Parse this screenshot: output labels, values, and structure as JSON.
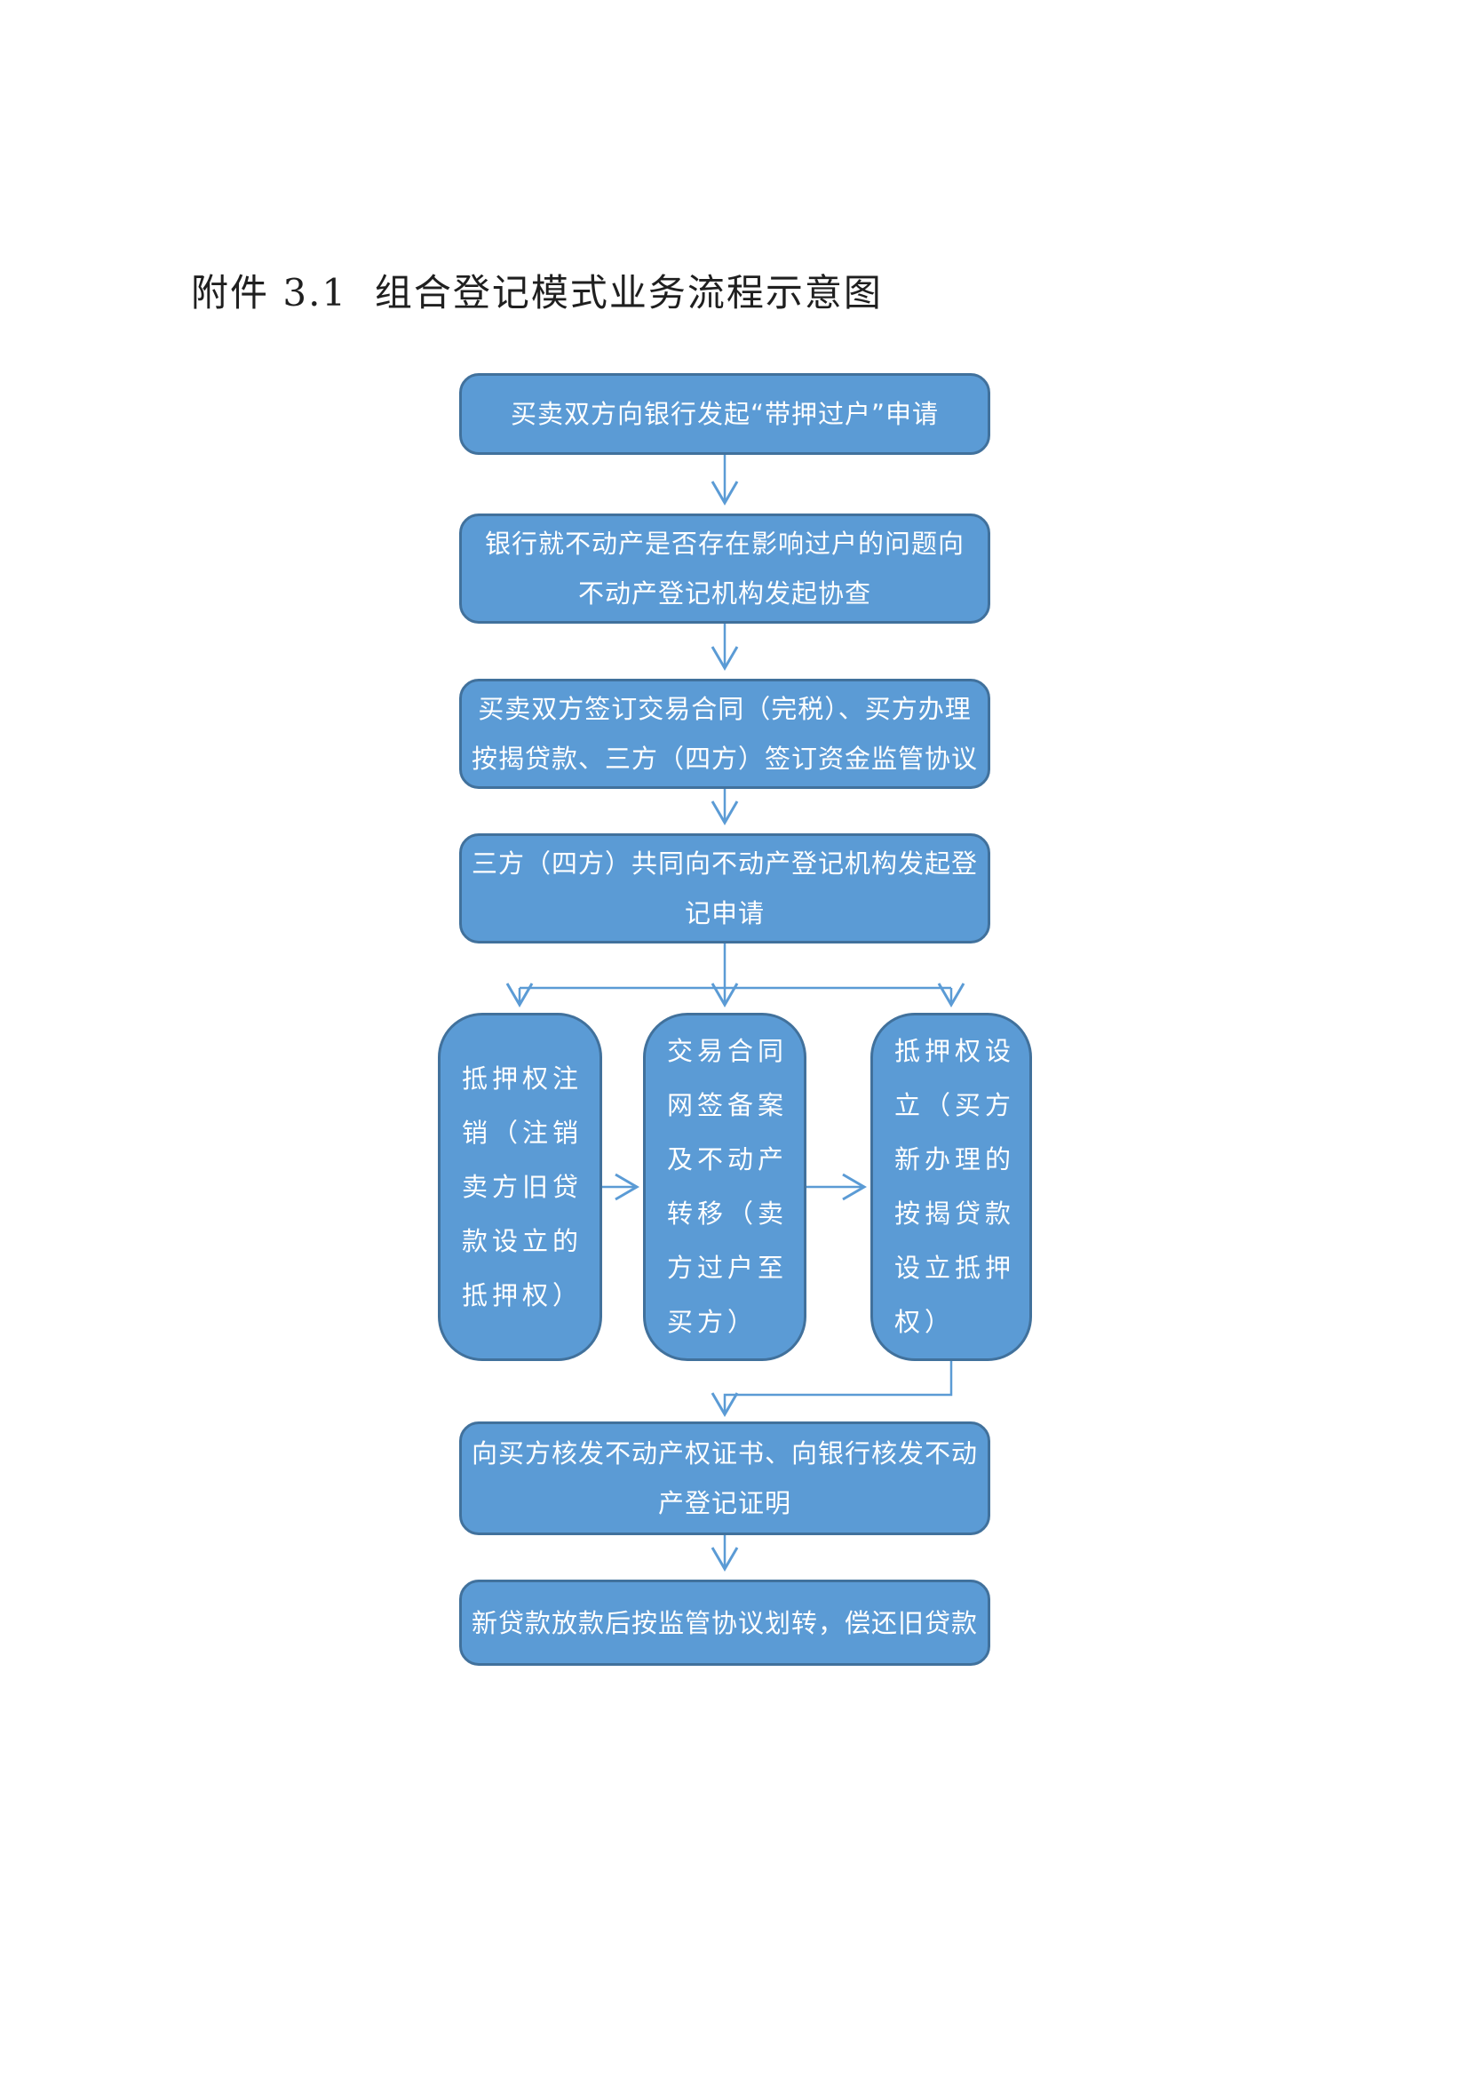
{
  "page": {
    "title": "附件 3.1  组合登记模式业务流程示意图"
  },
  "colors": {
    "node_fill": "#5B9BD5",
    "node_border": "#41719C",
    "node_text": "#FFFFFF",
    "connector": "#5B9BD5",
    "title_text": "#1F1F1F",
    "page_bg": "#FFFFFF"
  },
  "flowchart": {
    "nodes": {
      "step1": {
        "text": "买卖双方向银行发起“带押过户”申请"
      },
      "step2": {
        "text": "银行就不动产是否存在影响过户的问题向\n不动产登记机构发起协查"
      },
      "step3": {
        "text": "买卖双方签订交易合同（完税）、买方办理\n按揭贷款、三方（四方）签订资金监管协议"
      },
      "step4": {
        "text": "三方（四方）共同向不动产登记机构发起登\n记申请"
      },
      "branch_left": {
        "text": "抵押权注\n销（注销\n卖方旧贷\n款设立的\n抵押权）"
      },
      "branch_middle": {
        "text": "交易合同\n网签备案\n及不动产\n转移（卖\n方过户至\n买方）"
      },
      "branch_right": {
        "text": "抵押权设\n立（买方\n新办理的\n按揭贷款\n设立抵押\n权）"
      },
      "step5": {
        "text": "向买方核发不动产权证书、向银行核发不动\n产登记证明"
      },
      "step6": {
        "text": "新贷款放款后按监管协议划转，偿还旧贷款"
      }
    }
  }
}
